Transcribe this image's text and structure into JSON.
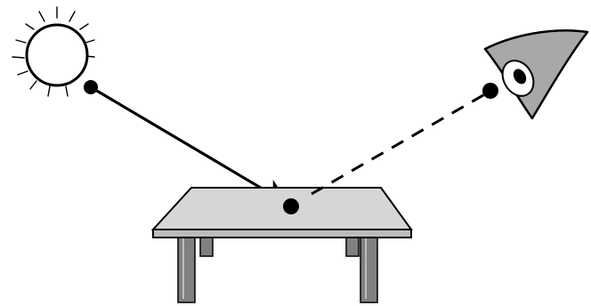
{
  "diagram": {
    "type": "illustration",
    "elements": [
      {
        "id": "light-source",
        "kind": "sun-icon"
      },
      {
        "id": "incident-ray",
        "kind": "solid-arrow",
        "from": "light-source",
        "to": "table-top-point"
      },
      {
        "id": "table",
        "kind": "table-icon"
      },
      {
        "id": "reflected-ray",
        "kind": "dashed-line",
        "from": "table-top-point",
        "to": "eye"
      },
      {
        "id": "eye",
        "kind": "eye-icon"
      }
    ],
    "colors": {
      "stroke": "#000000",
      "table_top": "#d6d6d6",
      "table_legs": "#808080",
      "eye_fill": "#a8a8a8",
      "background": "#ffffff"
    }
  }
}
